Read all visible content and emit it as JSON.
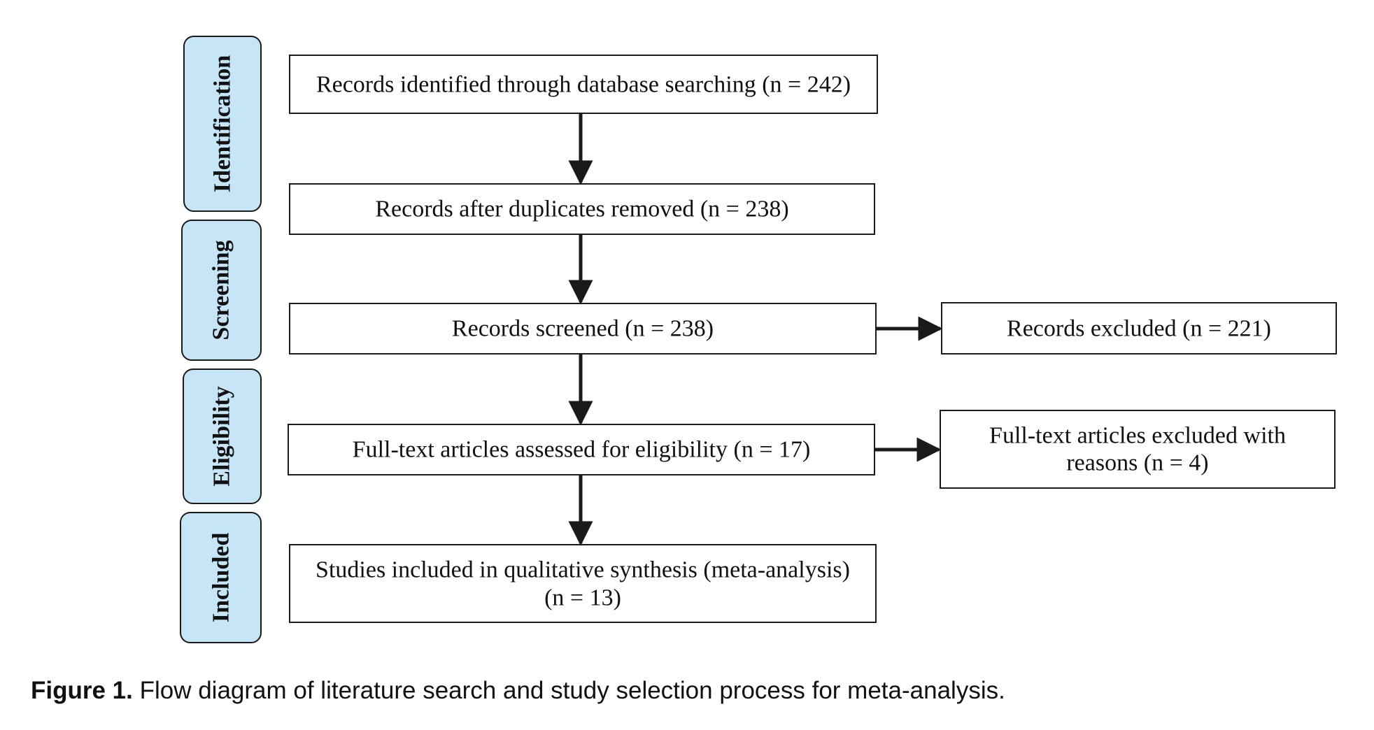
{
  "stages": {
    "identification": "Identification",
    "screening": "Screening",
    "eligibility": "Eligibility",
    "included": "Included"
  },
  "boxes": {
    "identified": "Records identified through database searching (n = 242)",
    "duplicates_removed": "Records after duplicates removed (n = 238)",
    "screened": "Records screened (n = 238)",
    "excluded": "Records excluded (n = 221)",
    "fulltext_assessed": "Full-text articles assessed for eligibility (n = 17)",
    "fulltext_excluded_line1": "Full-text articles excluded with",
    "fulltext_excluded_line2": "reasons (n = 4)",
    "included_line1": "Studies included in qualitative synthesis (meta-analysis)",
    "included_line2": "(n = 13)"
  },
  "caption": {
    "lead": "Figure 1.",
    "text": " Flow diagram of literature search and study selection process for meta-analysis."
  },
  "colors": {
    "stage_fill": "#c6e6f7",
    "stroke": "#1a1a1a",
    "arrow": "#1a1a1a"
  }
}
